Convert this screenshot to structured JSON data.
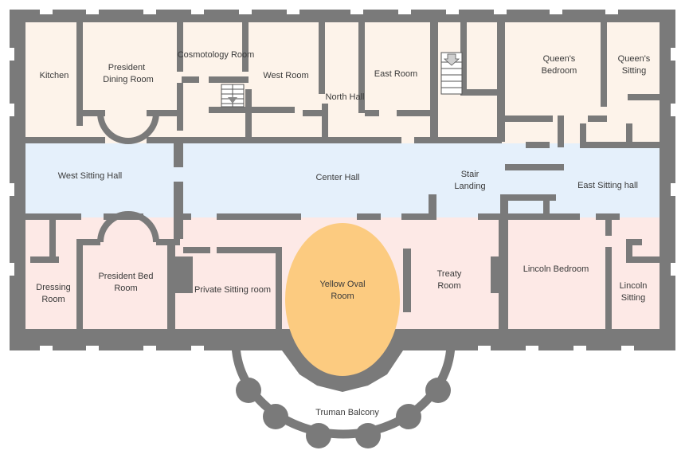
{
  "colors": {
    "wall": "#7a7a7a",
    "north_rooms": "#fdf3ea",
    "hall": "#e5f0fb",
    "south_rooms": "#fde9e6",
    "oval_room": "#fccb80"
  },
  "rooms": {
    "kitchen": "Kitchen",
    "president_dining_1": "President",
    "president_dining_2": "Dining Room",
    "cosmotology": "Cosmotology Room",
    "west_room": "West Room",
    "north_hall": "North Hall",
    "east_room": "East Room",
    "queens_bedroom_1": "Queen's",
    "queens_bedroom_2": "Bedroom",
    "queens_sitting_1": "Queen's",
    "queens_sitting_2": "Sitting",
    "west_sitting_hall": "West Sitting Hall",
    "center_hall": "Center Hall",
    "stair_landing_1": "Stair",
    "stair_landing_2": "Landing",
    "east_sitting_hall": "East Sitting hall",
    "dressing_1": "Dressing",
    "dressing_2": "Room",
    "president_bed_1": "President Bed",
    "president_bed_2": "Room",
    "private_sitting": "Private Sitting room",
    "yellow_oval_1": "Yellow Oval",
    "yellow_oval_2": "Room",
    "treaty_1": "Treaty",
    "treaty_2": "Room",
    "lincoln_bedroom": "Lincoln Bedroom",
    "lincoln_sitting_1": "Lincoln",
    "lincoln_sitting_2": "Sitting",
    "truman_balcony": "Truman Balcony"
  }
}
